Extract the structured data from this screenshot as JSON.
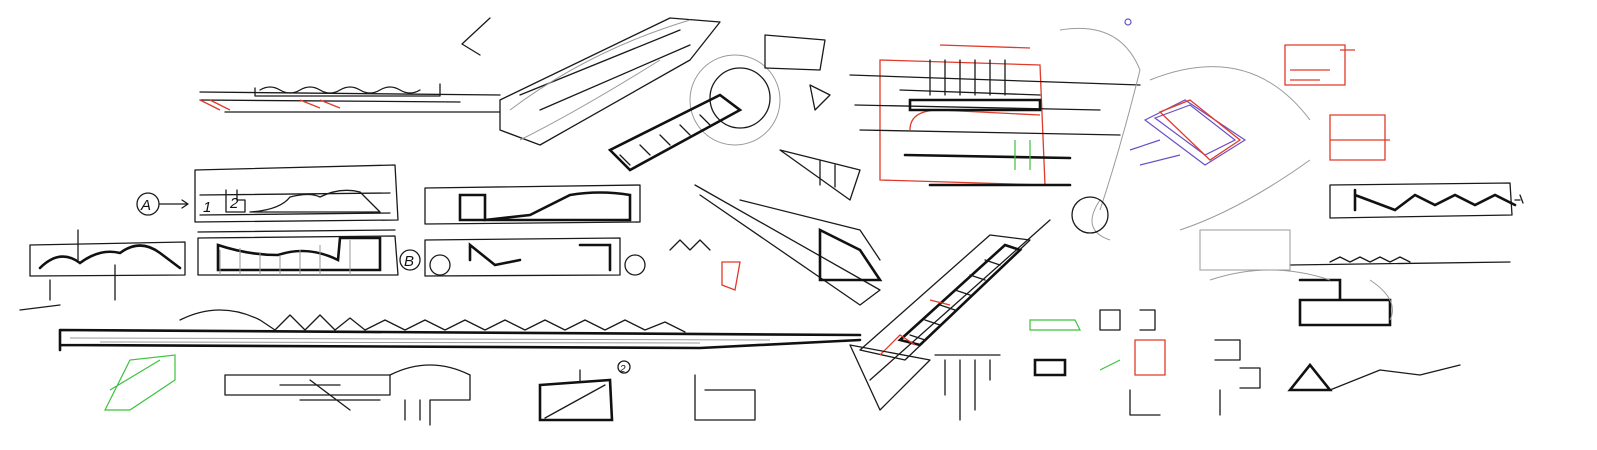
{
  "labels": {
    "section_a": "A",
    "section_b": "B",
    "panel_1": "1",
    "panel_2": "2",
    "circled_2": "2"
  },
  "colors": {
    "ink": "#1a1a1a",
    "red": "#e03a2a",
    "purple": "#6a4fc4",
    "green": "#3cc23c",
    "pencil": "#9a9a9a"
  }
}
